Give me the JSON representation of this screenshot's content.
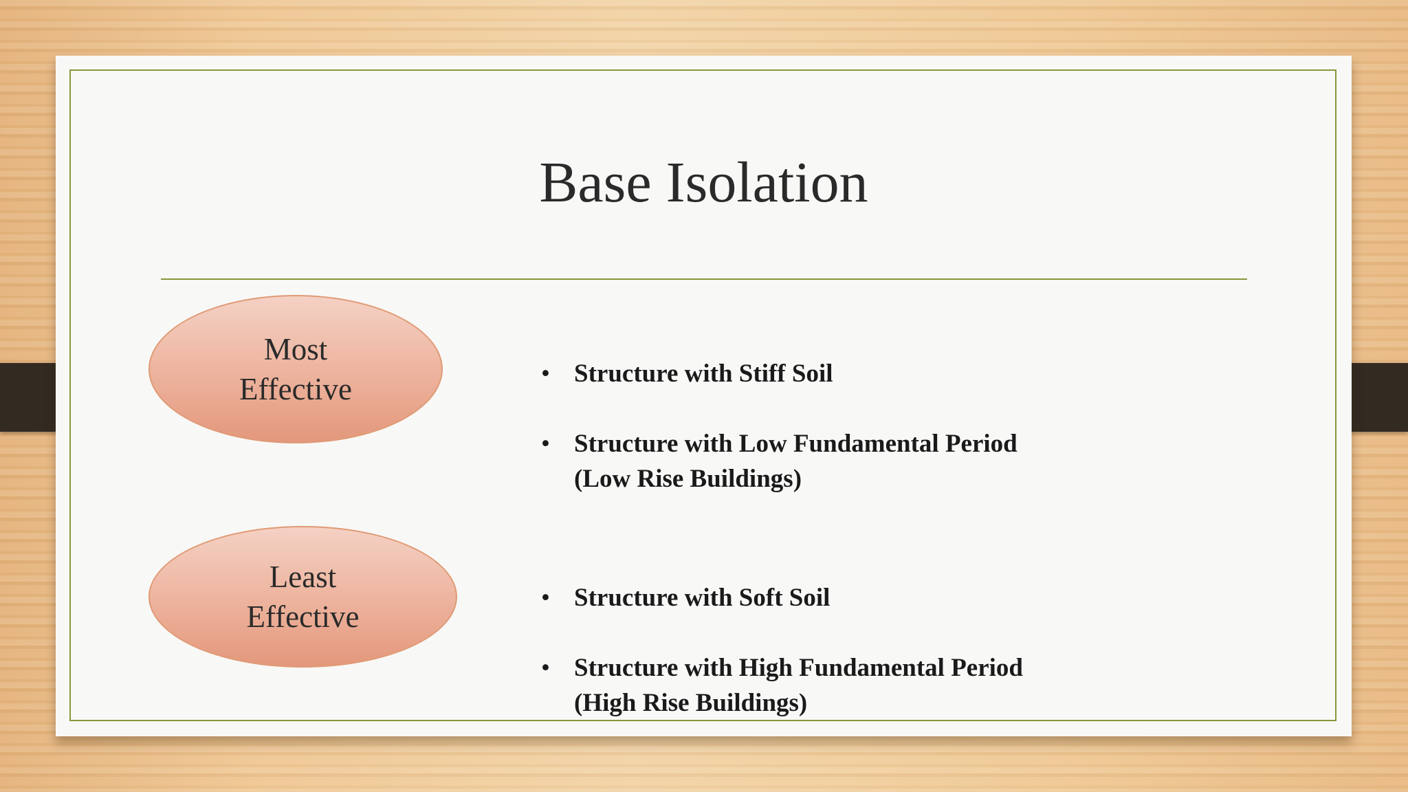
{
  "slide": {
    "title": "Base Isolation",
    "bullet_char": "•",
    "groups": [
      {
        "label": "Most\nEffective",
        "items": [
          "Structure with Stiff  Soil",
          "Structure with Low Fundamental Period\n(Low Rise Buildings)"
        ]
      },
      {
        "label": "Least\nEffective",
        "items": [
          "Structure with Soft Soil",
          "Structure with High Fundamental Period\n(High Rise Buildings)"
        ]
      }
    ]
  },
  "colors": {
    "accent_line": "#86983a",
    "ellipse_fill": "#eeb5a0",
    "ellipse_border": "#e09a74",
    "clip": "#332a22"
  }
}
